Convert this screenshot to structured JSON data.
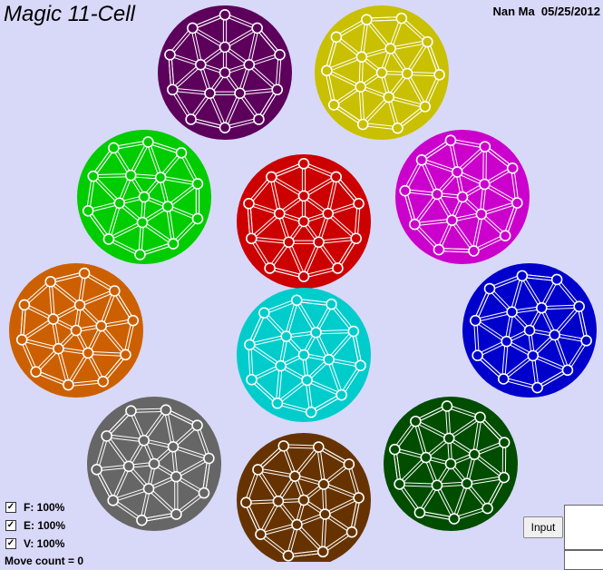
{
  "title": "Magic 11-Cell",
  "author": "Nan Ma  05/25/2012",
  "options": [
    {
      "label": "F: 100%",
      "checked": true,
      "check_glyph": "✓"
    },
    {
      "label": "E: 100%",
      "checked": true,
      "check_glyph": "✓"
    },
    {
      "label": "V: 100%",
      "checked": true,
      "check_glyph": "✓"
    }
  ],
  "move_count": "Move count = 0",
  "input_button": "Input",
  "cells": [
    {
      "name": "cell-purple",
      "color": "#5c005c"
    },
    {
      "name": "cell-yellow",
      "color": "#c8c000"
    },
    {
      "name": "cell-green",
      "color": "#00cc00"
    },
    {
      "name": "cell-red",
      "color": "#cc0000"
    },
    {
      "name": "cell-magenta",
      "color": "#cc00cc"
    },
    {
      "name": "cell-orange",
      "color": "#cc6000"
    },
    {
      "name": "cell-cyan",
      "color": "#00cccc"
    },
    {
      "name": "cell-blue",
      "color": "#0000cc"
    },
    {
      "name": "cell-gray",
      "color": "#666666"
    },
    {
      "name": "cell-brown",
      "color": "#663300"
    },
    {
      "name": "cell-darkgreen",
      "color": "#004d00"
    }
  ]
}
